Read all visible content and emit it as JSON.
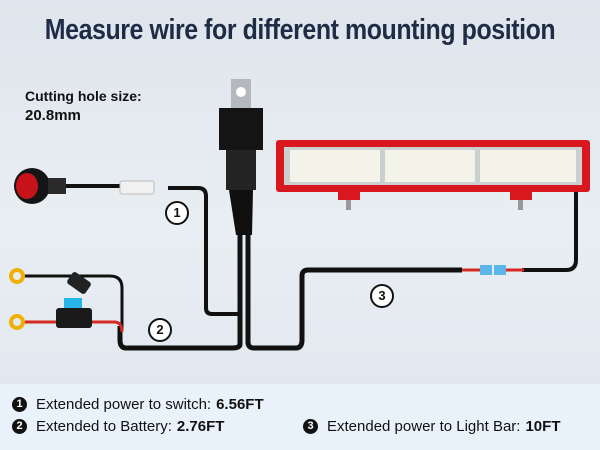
{
  "title": "Measure wire for different mounting position",
  "cutting_hole": {
    "label": "Cutting hole size:",
    "value": "20.8mm"
  },
  "markers": [
    "1",
    "2",
    "3"
  ],
  "legend": [
    {
      "num": "1",
      "text": "Extended power to switch:",
      "value": "6.56FT"
    },
    {
      "num": "2",
      "text": "Extended to Battery:",
      "value": "2.76FT"
    },
    {
      "num": "3",
      "text": "Extended power to Light Bar:",
      "value": "10FT"
    }
  ]
}
